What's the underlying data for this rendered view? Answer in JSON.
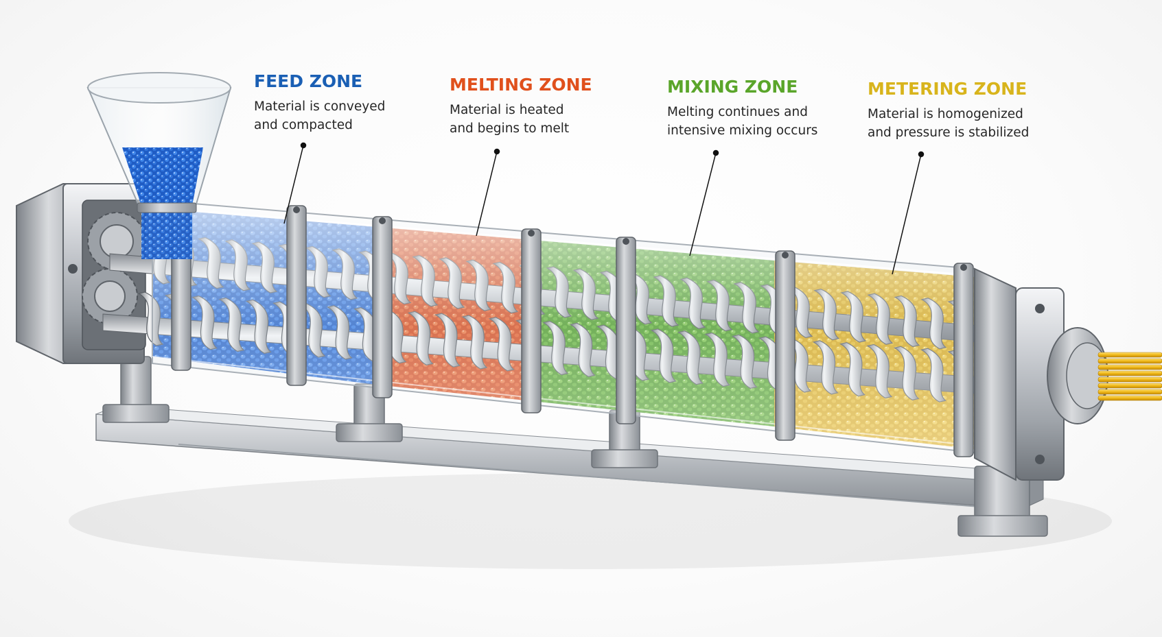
{
  "zones": [
    {
      "key": "feed",
      "title": "FEED ZONE",
      "line1": "Material is conveyed",
      "line2": "and compacted",
      "color": "#1a5fb4"
    },
    {
      "key": "melting",
      "title": "MELTING ZONE",
      "line1": "Material is heated",
      "line2": "and begins to melt",
      "color": "#e0501c"
    },
    {
      "key": "mixing",
      "title": "MIXING ZONE",
      "line1": "Melting continues and",
      "line2": "intensive mixing occurs",
      "color": "#5aa52a"
    },
    {
      "key": "metering",
      "title": "METERING ZONE",
      "line1": "Material is homogenized",
      "line2": "and pressure is stabilized",
      "color": "#d8b41c"
    }
  ],
  "materials": {
    "feed_fill": "#2b6fd6",
    "melting_fill": "#e2572a",
    "mixing_fill": "#63b63a",
    "metering_fill": "#e6bc2a",
    "pellet": "#2f7de0",
    "steel": "#b8bcc2",
    "output_strands": "#f0b818"
  },
  "icons": {
    "hopper": "hopper-icon",
    "gearbox": "gear-icon",
    "screw": "screw-icon",
    "die": "die-icon"
  }
}
